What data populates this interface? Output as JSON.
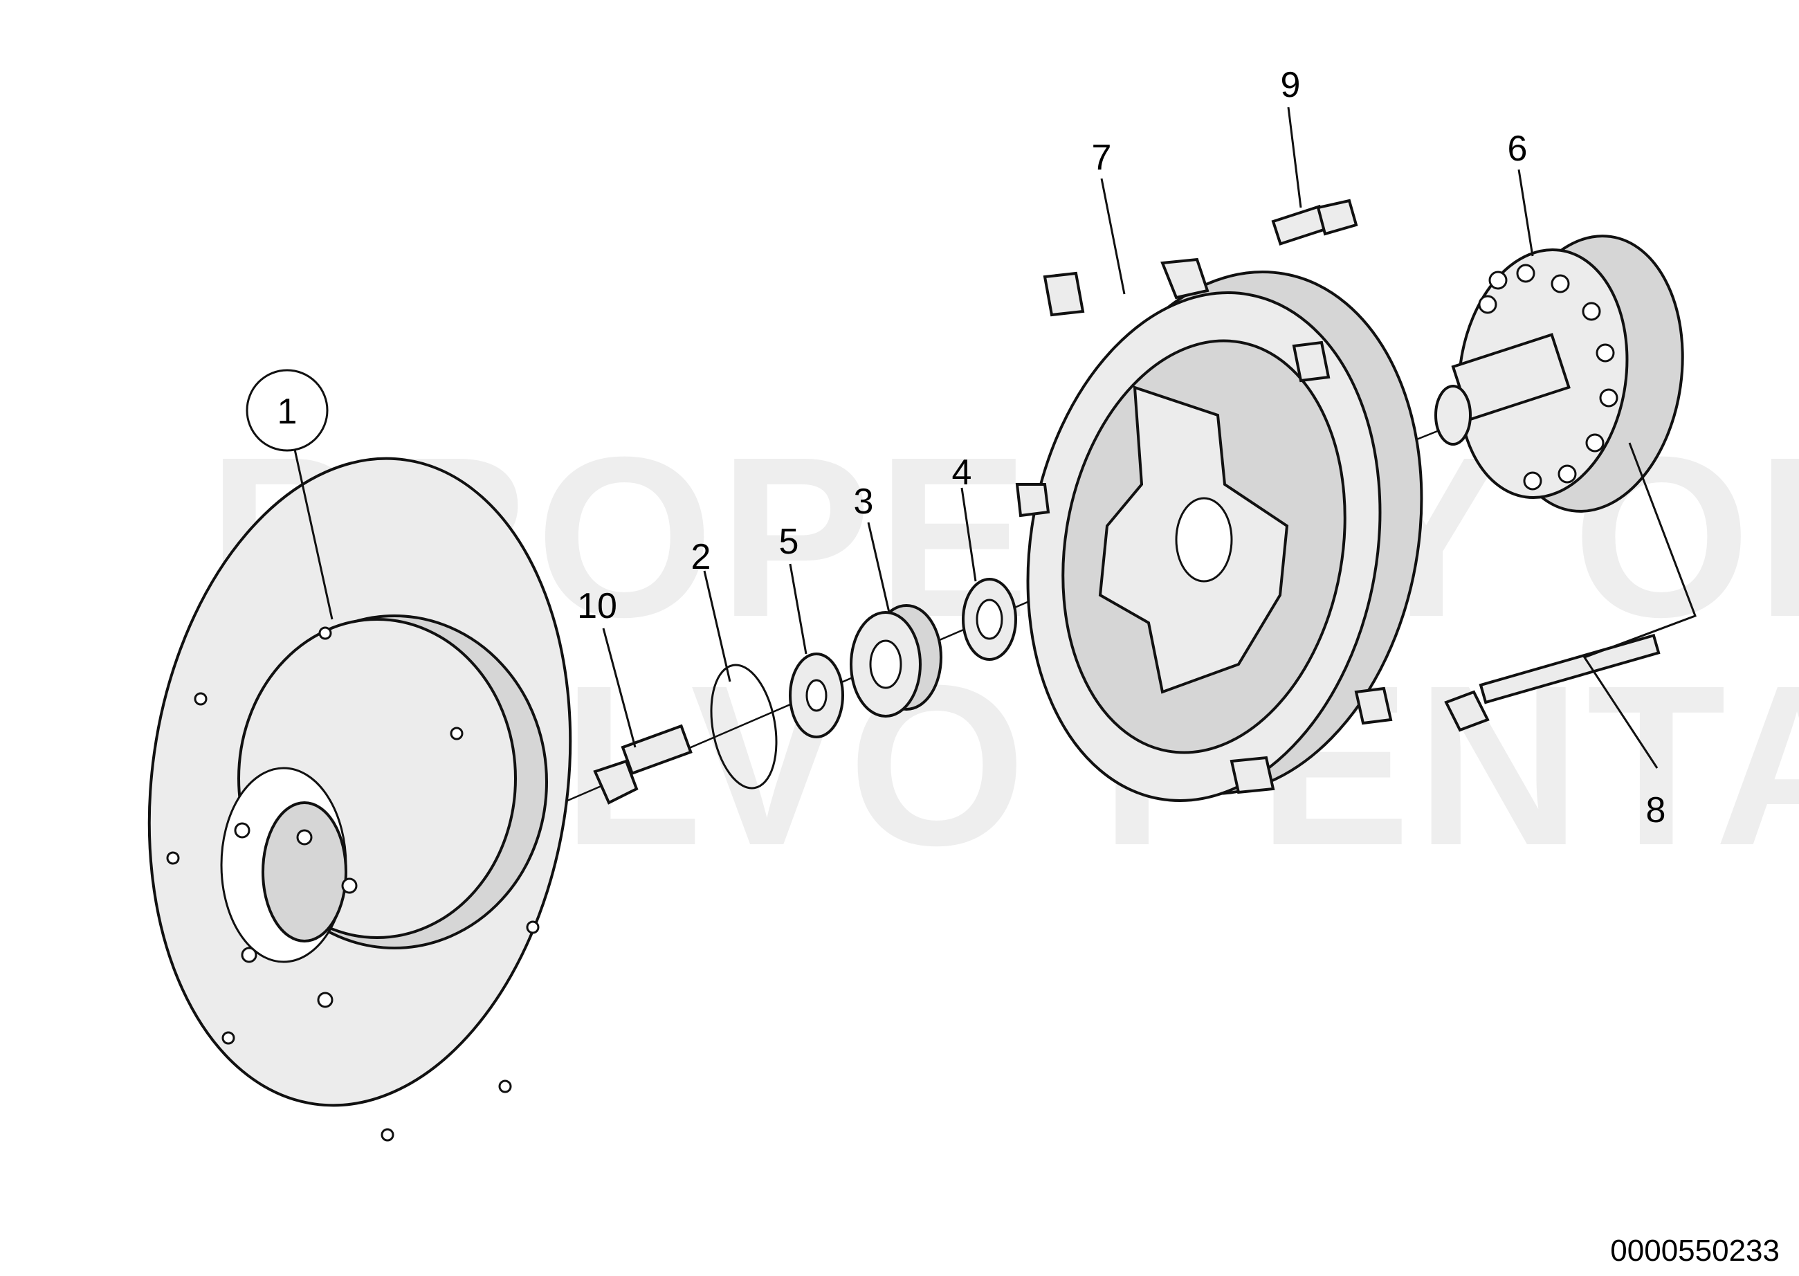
{
  "callouts": [
    {
      "id": "1",
      "label": "1",
      "circled": true
    },
    {
      "id": "2",
      "label": "2"
    },
    {
      "id": "3",
      "label": "3"
    },
    {
      "id": "4",
      "label": "4"
    },
    {
      "id": "5",
      "label": "5"
    },
    {
      "id": "6",
      "label": "6"
    },
    {
      "id": "7",
      "label": "7"
    },
    {
      "id": "8",
      "label": "8"
    },
    {
      "id": "9",
      "label": "9"
    },
    {
      "id": "10",
      "label": "10"
    }
  ],
  "watermark": {
    "line1": "PROPERTY OF",
    "line2": "VOLVO PENTA"
  },
  "document_number": "0000550233",
  "colors": {
    "line": "#111111",
    "part_fill": "#ececec",
    "watermark": "#cfcfcf"
  }
}
